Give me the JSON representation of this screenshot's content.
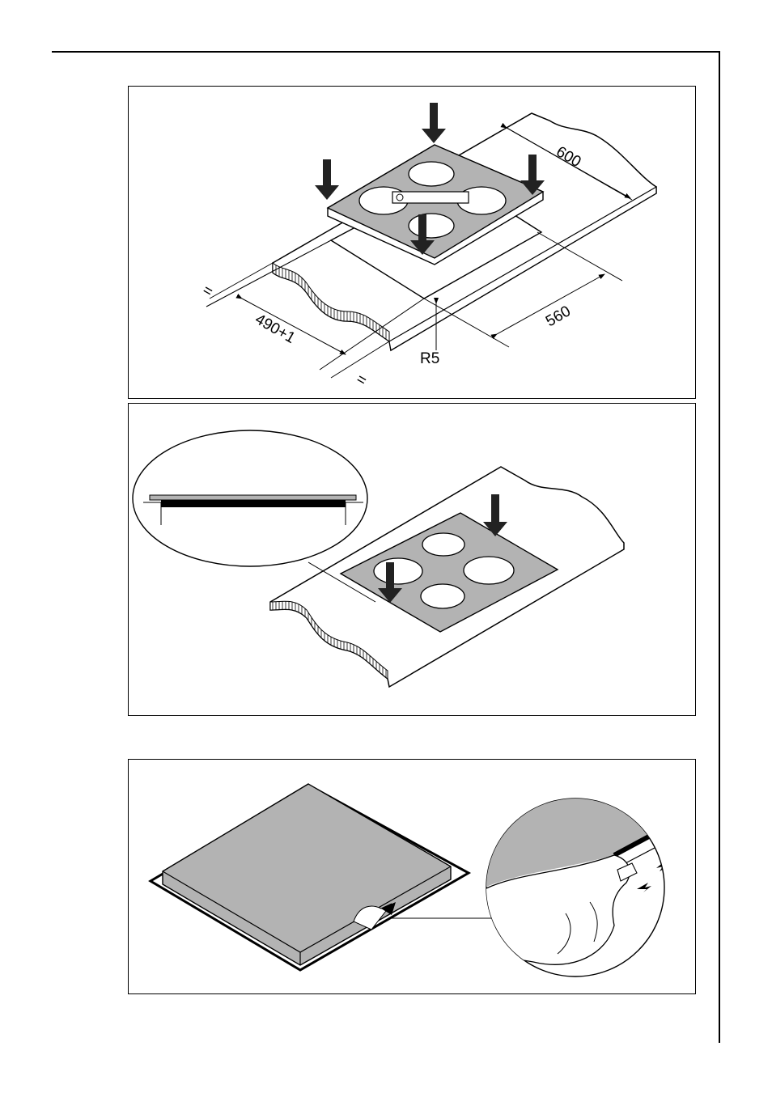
{
  "figure_1": {
    "dimensions": {
      "width": "600",
      "depth": "560",
      "cutout": "490+1",
      "radius": "R5",
      "equal_top": "=",
      "equal_bottom": "="
    }
  },
  "colors": {
    "hob_glass": "#b3b3b3",
    "zone_fill": "#ffffff",
    "ink": "#000000"
  },
  "icons": {
    "press_arrow": "down-arrow-icon",
    "hob_zone": "cooking-zone-icon",
    "hand": "hand-icon"
  }
}
